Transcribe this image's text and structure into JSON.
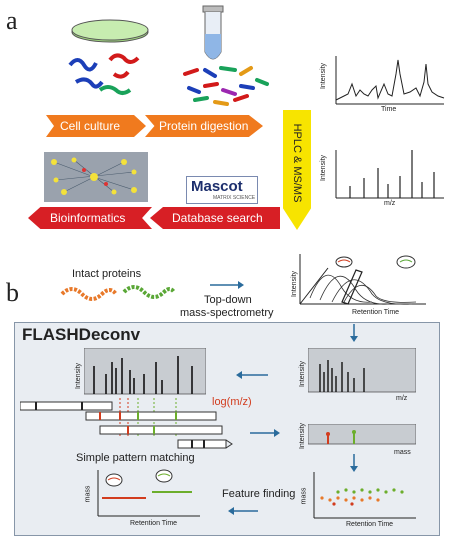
{
  "panel_a": {
    "letter": "a",
    "steps": {
      "cell_culture": "Cell culture",
      "protein_digestion": "Protein digestion",
      "bioinformatics": "Bioinformatics",
      "database_search": "Database search",
      "hplc": "HPLC & MS/MS"
    },
    "mascot": {
      "logo": "Mascot",
      "sub": "MATRIX SCIENCE"
    },
    "chromatogram": {
      "ylabel": "Intensity",
      "xlabel": "Time"
    },
    "spectrum": {
      "ylabel": "Intensity",
      "xlabel": "m/z"
    },
    "colors": {
      "orange": "#f07a1e",
      "red": "#d71f25",
      "yellow": "#f7e400"
    }
  },
  "panel_b": {
    "letter": "b",
    "intact_proteins": "Intact proteins",
    "topdown_line1": "Top-down",
    "topdown_line2": "mass-spectrometry",
    "retention_time": "Retention Time",
    "intensity": "Intensity",
    "mz": "m/z",
    "flashdeconv": "FLASHDeconv",
    "log_mz": "log(m/z)",
    "mass": "mass",
    "simple_pattern": "Simple pattern matching",
    "feature_finding": "Feature finding",
    "colors": {
      "panel_bg": "#e9edf2",
      "arrow": "#2a6b9c",
      "red": "#d23c1e",
      "green": "#6cae2c"
    }
  }
}
